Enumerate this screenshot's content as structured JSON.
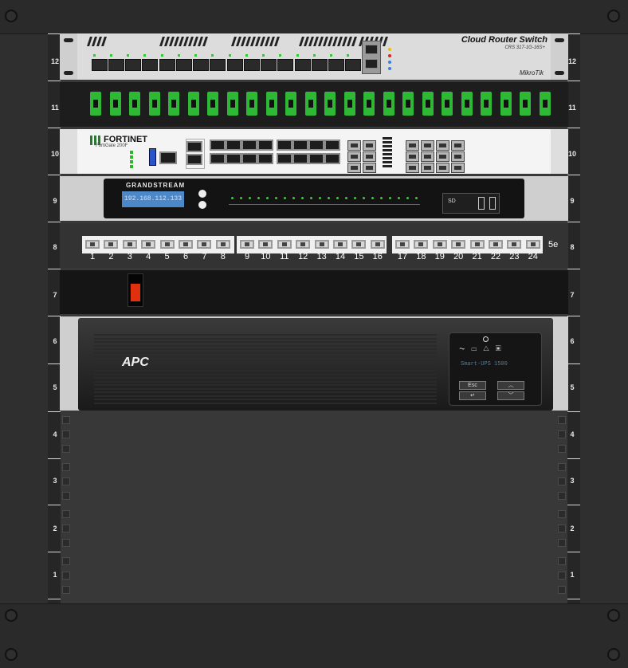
{
  "rack_units": [
    "12",
    "11",
    "10",
    "9",
    "8",
    "7",
    "6",
    "5",
    "4",
    "3",
    "2",
    "1"
  ],
  "mikrotik": {
    "title": "Cloud Router Switch",
    "model": "CRS 317-1G-16S+",
    "brand": "MikroTik"
  },
  "fortinet": {
    "brand": "FORTINET",
    "model": "FortiGate 200F"
  },
  "grandstream": {
    "brand": "GRANDSTREAM",
    "ip": "192.168.112.133",
    "sd_label": "SD"
  },
  "patch_panel": {
    "category": "5e",
    "ports": [
      "1",
      "2",
      "3",
      "4",
      "5",
      "6",
      "7",
      "8",
      "9",
      "10",
      "11",
      "12",
      "13",
      "14",
      "15",
      "16",
      "17",
      "18",
      "19",
      "20",
      "21",
      "22",
      "23",
      "24"
    ]
  },
  "ups": {
    "brand": "APC",
    "model": "Smart-UPS 1500",
    "esc_label": "Esc"
  },
  "colors": {
    "accent_green": "#2eb836",
    "lcd_blue": "#4c88c8",
    "switch_red": "#d22"
  }
}
